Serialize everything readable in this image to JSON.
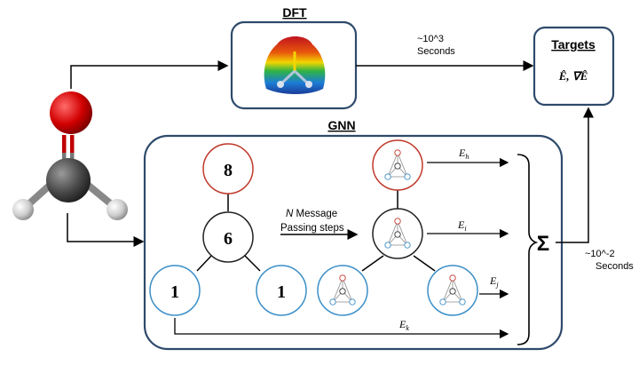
{
  "dft": {
    "title": "DFT",
    "time_line1": "~10^3",
    "time_line2": "Seconds"
  },
  "targets": {
    "title": "Targets",
    "formula": "Ê, ∇Ê"
  },
  "gnn": {
    "title": "GNN",
    "atoms": {
      "oxygen": "8",
      "carbon": "6",
      "hydrogen_left": "1",
      "hydrogen_right": "1"
    },
    "message_line1_italic": "N",
    "message_line1_rest": " Message",
    "message_line2": "Passing steps",
    "energy_labels": {
      "h": "E",
      "h_sub": "h",
      "i": "E",
      "i_sub": "i",
      "j": "E",
      "j_sub": "j",
      "k": "E",
      "k_sub": "k"
    },
    "sum_symbol": "Σ",
    "time_line1": "~10^-2",
    "time_line2": "Seconds"
  },
  "colors": {
    "box_border": "#2e4a6b",
    "red_node": "#c0392b",
    "blue_node": "#3b8fc7",
    "black_node": "#222222"
  }
}
